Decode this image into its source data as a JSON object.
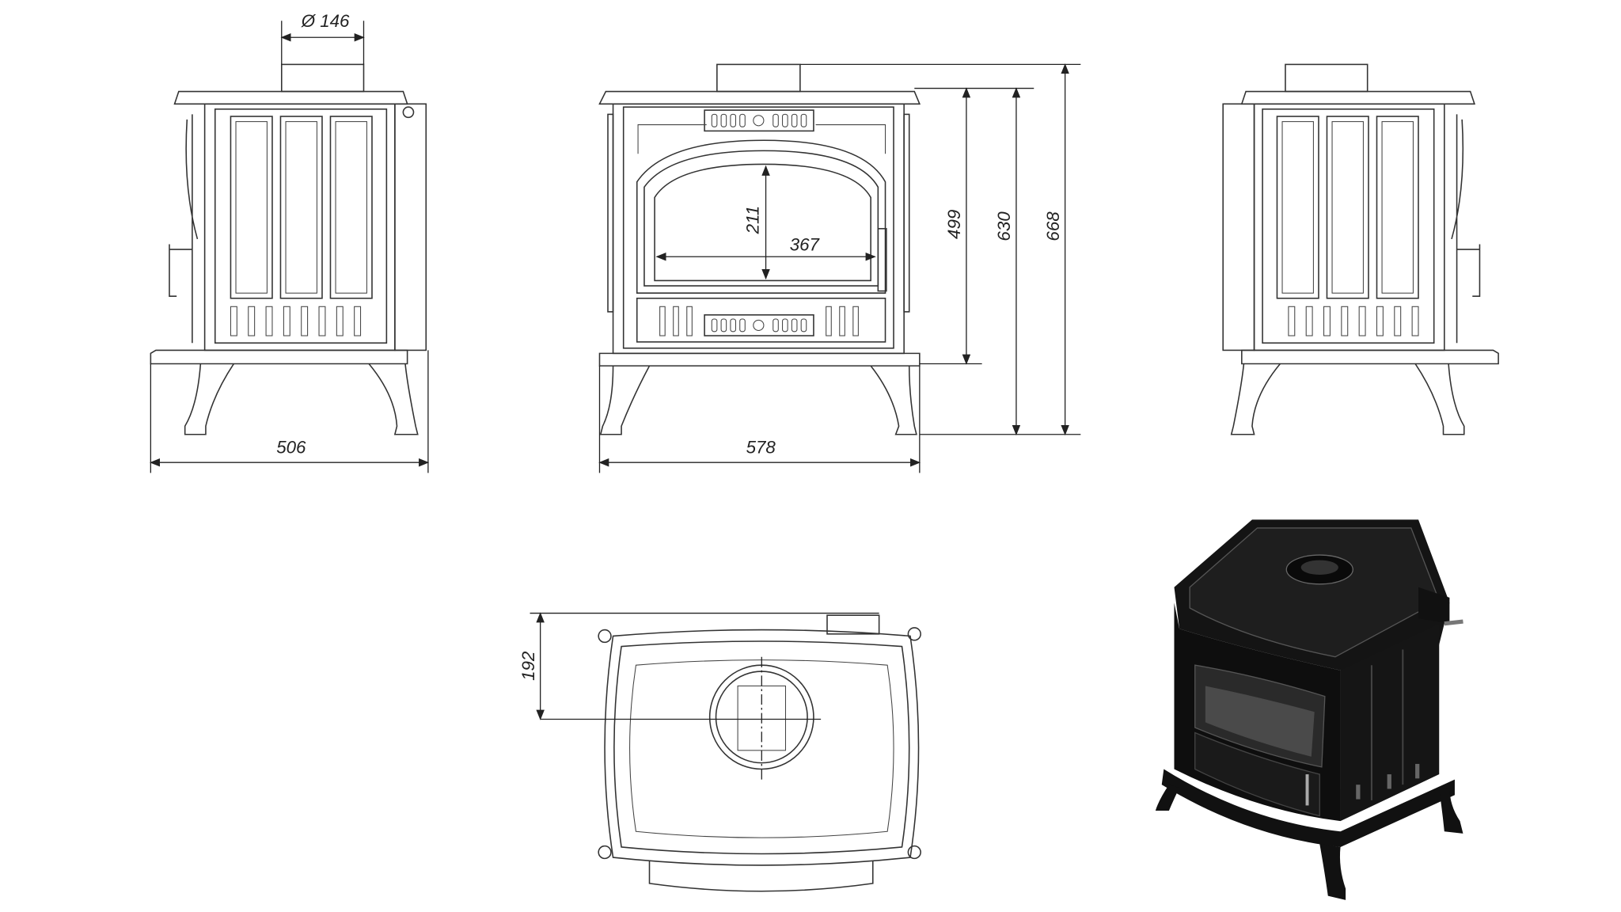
{
  "dimensions": {
    "flue_diameter": "Ø 146",
    "side_depth": "506",
    "front_width": "578",
    "window_height": "211",
    "window_width": "367",
    "height_to_top_plate_from_base": "499",
    "height_to_top_plate": "630",
    "total_height": "668",
    "flue_offset": "192"
  },
  "colors": {
    "line": "#333333",
    "render": "#111111"
  }
}
